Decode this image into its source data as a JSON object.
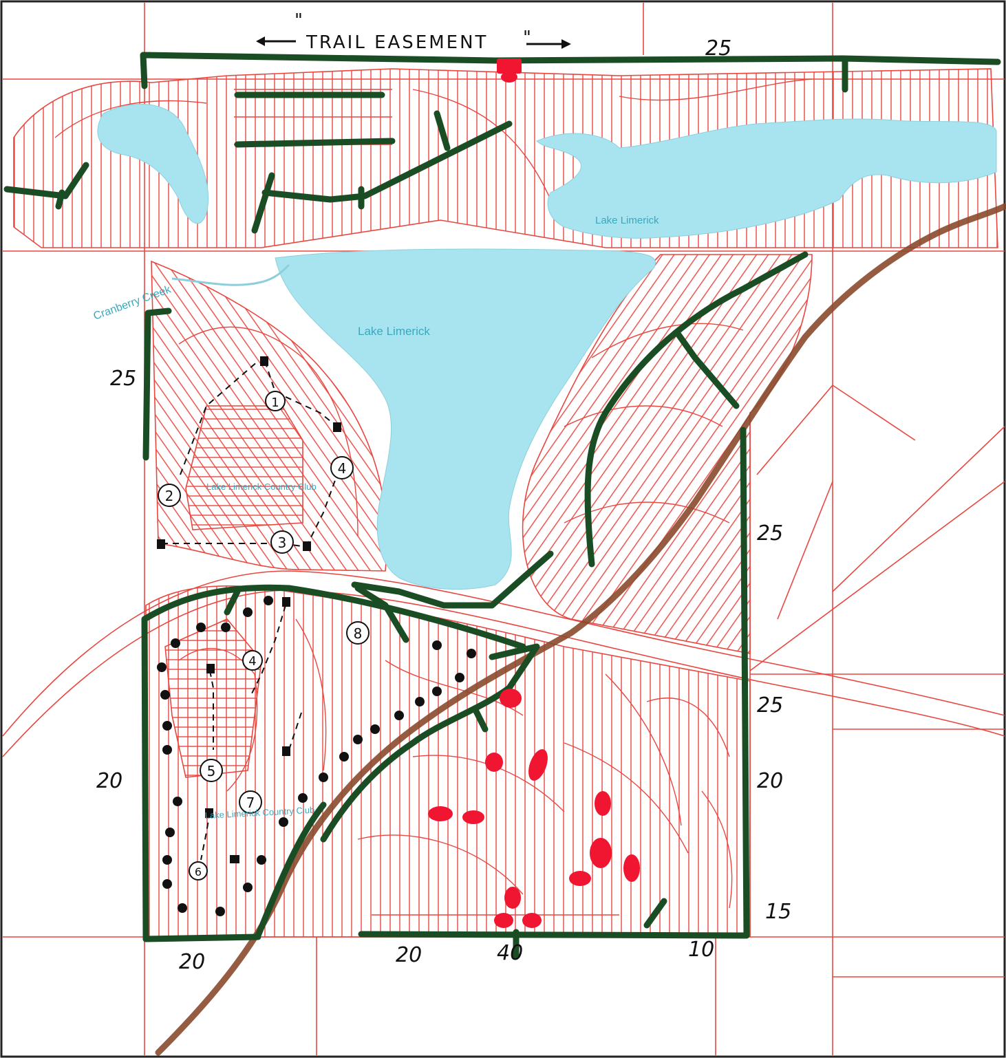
{
  "annotations": {
    "trail_easement": "TRAIL EASEMENT",
    "ditto_open": "\"",
    "ditto_close": "\""
  },
  "street_labels": {
    "cranberry_creek": "Cranberry Creek",
    "lake_top": "Lake Limerick",
    "lake_main": "Lake Limerick",
    "country_club_upper": "Lake Limerick Country Club",
    "country_club_lower": "Lake Limerick Country Club"
  },
  "speed_numbers": {
    "top": "25",
    "left_mid": "25",
    "right_upper": "25",
    "right_mid": "25",
    "left_lower": "20",
    "right_lower": "20",
    "right_bottom": "15",
    "bottom_left": "20",
    "bottom_mid": "20",
    "bottom_40": "40",
    "bottom_right": "10"
  },
  "hole_numbers": [
    "1",
    "2",
    "3",
    "4",
    "4",
    "5",
    "6",
    "7",
    "8"
  ],
  "colors": {
    "parcel_line": "#e8463f",
    "water": "#a8e4ef",
    "water_label": "#3aa8bd",
    "trail": "#1b4d24",
    "highway": "#8a4a2e",
    "red_mark": "#f01530",
    "ink": "#111111"
  }
}
